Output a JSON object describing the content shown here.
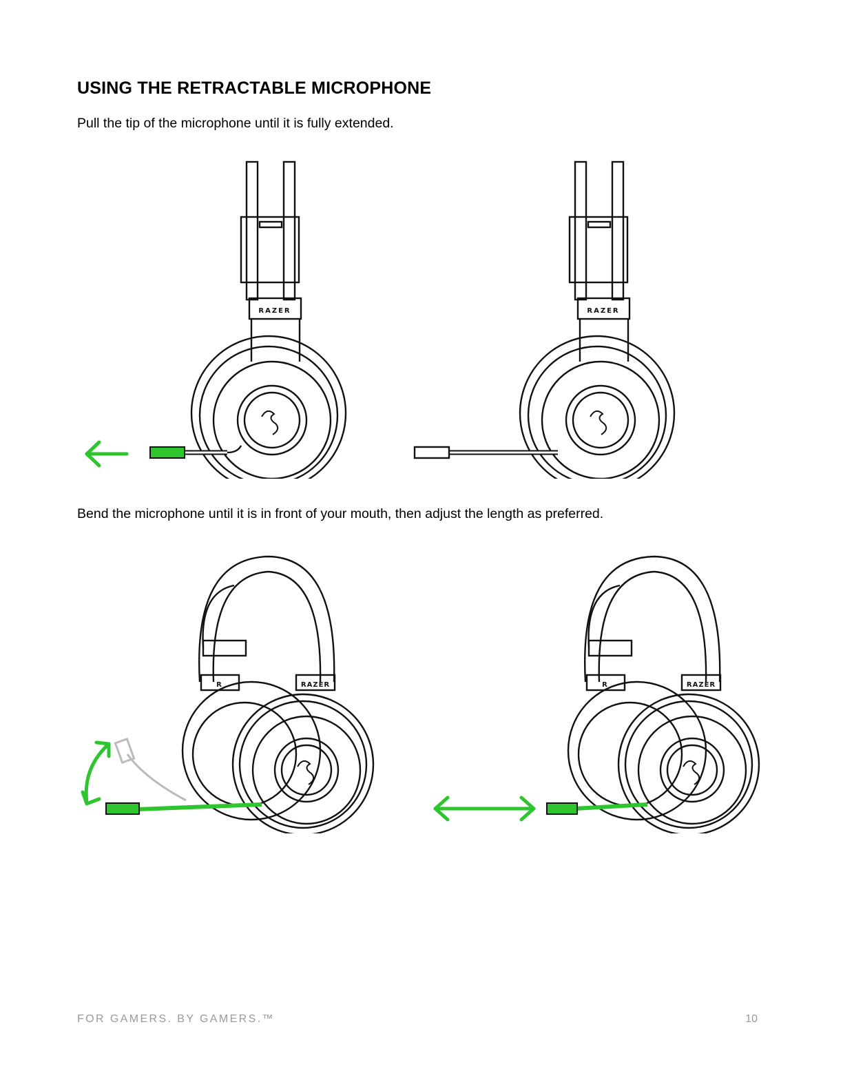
{
  "section": {
    "title": "USING THE RETRACTABLE MICROPHONE"
  },
  "steps": [
    {
      "text": "Pull the tip of the microphone until it is fully extended."
    },
    {
      "text": "Bend the microphone until it is in front of your mouth, then adjust the length as preferred."
    }
  ],
  "illustration": {
    "brand_mark": "RAZER",
    "yoke_letter": "R",
    "accent_color": "#2ec52e"
  },
  "footer": {
    "tagline": "FOR GAMERS. BY GAMERS.™",
    "page_number": "10"
  }
}
